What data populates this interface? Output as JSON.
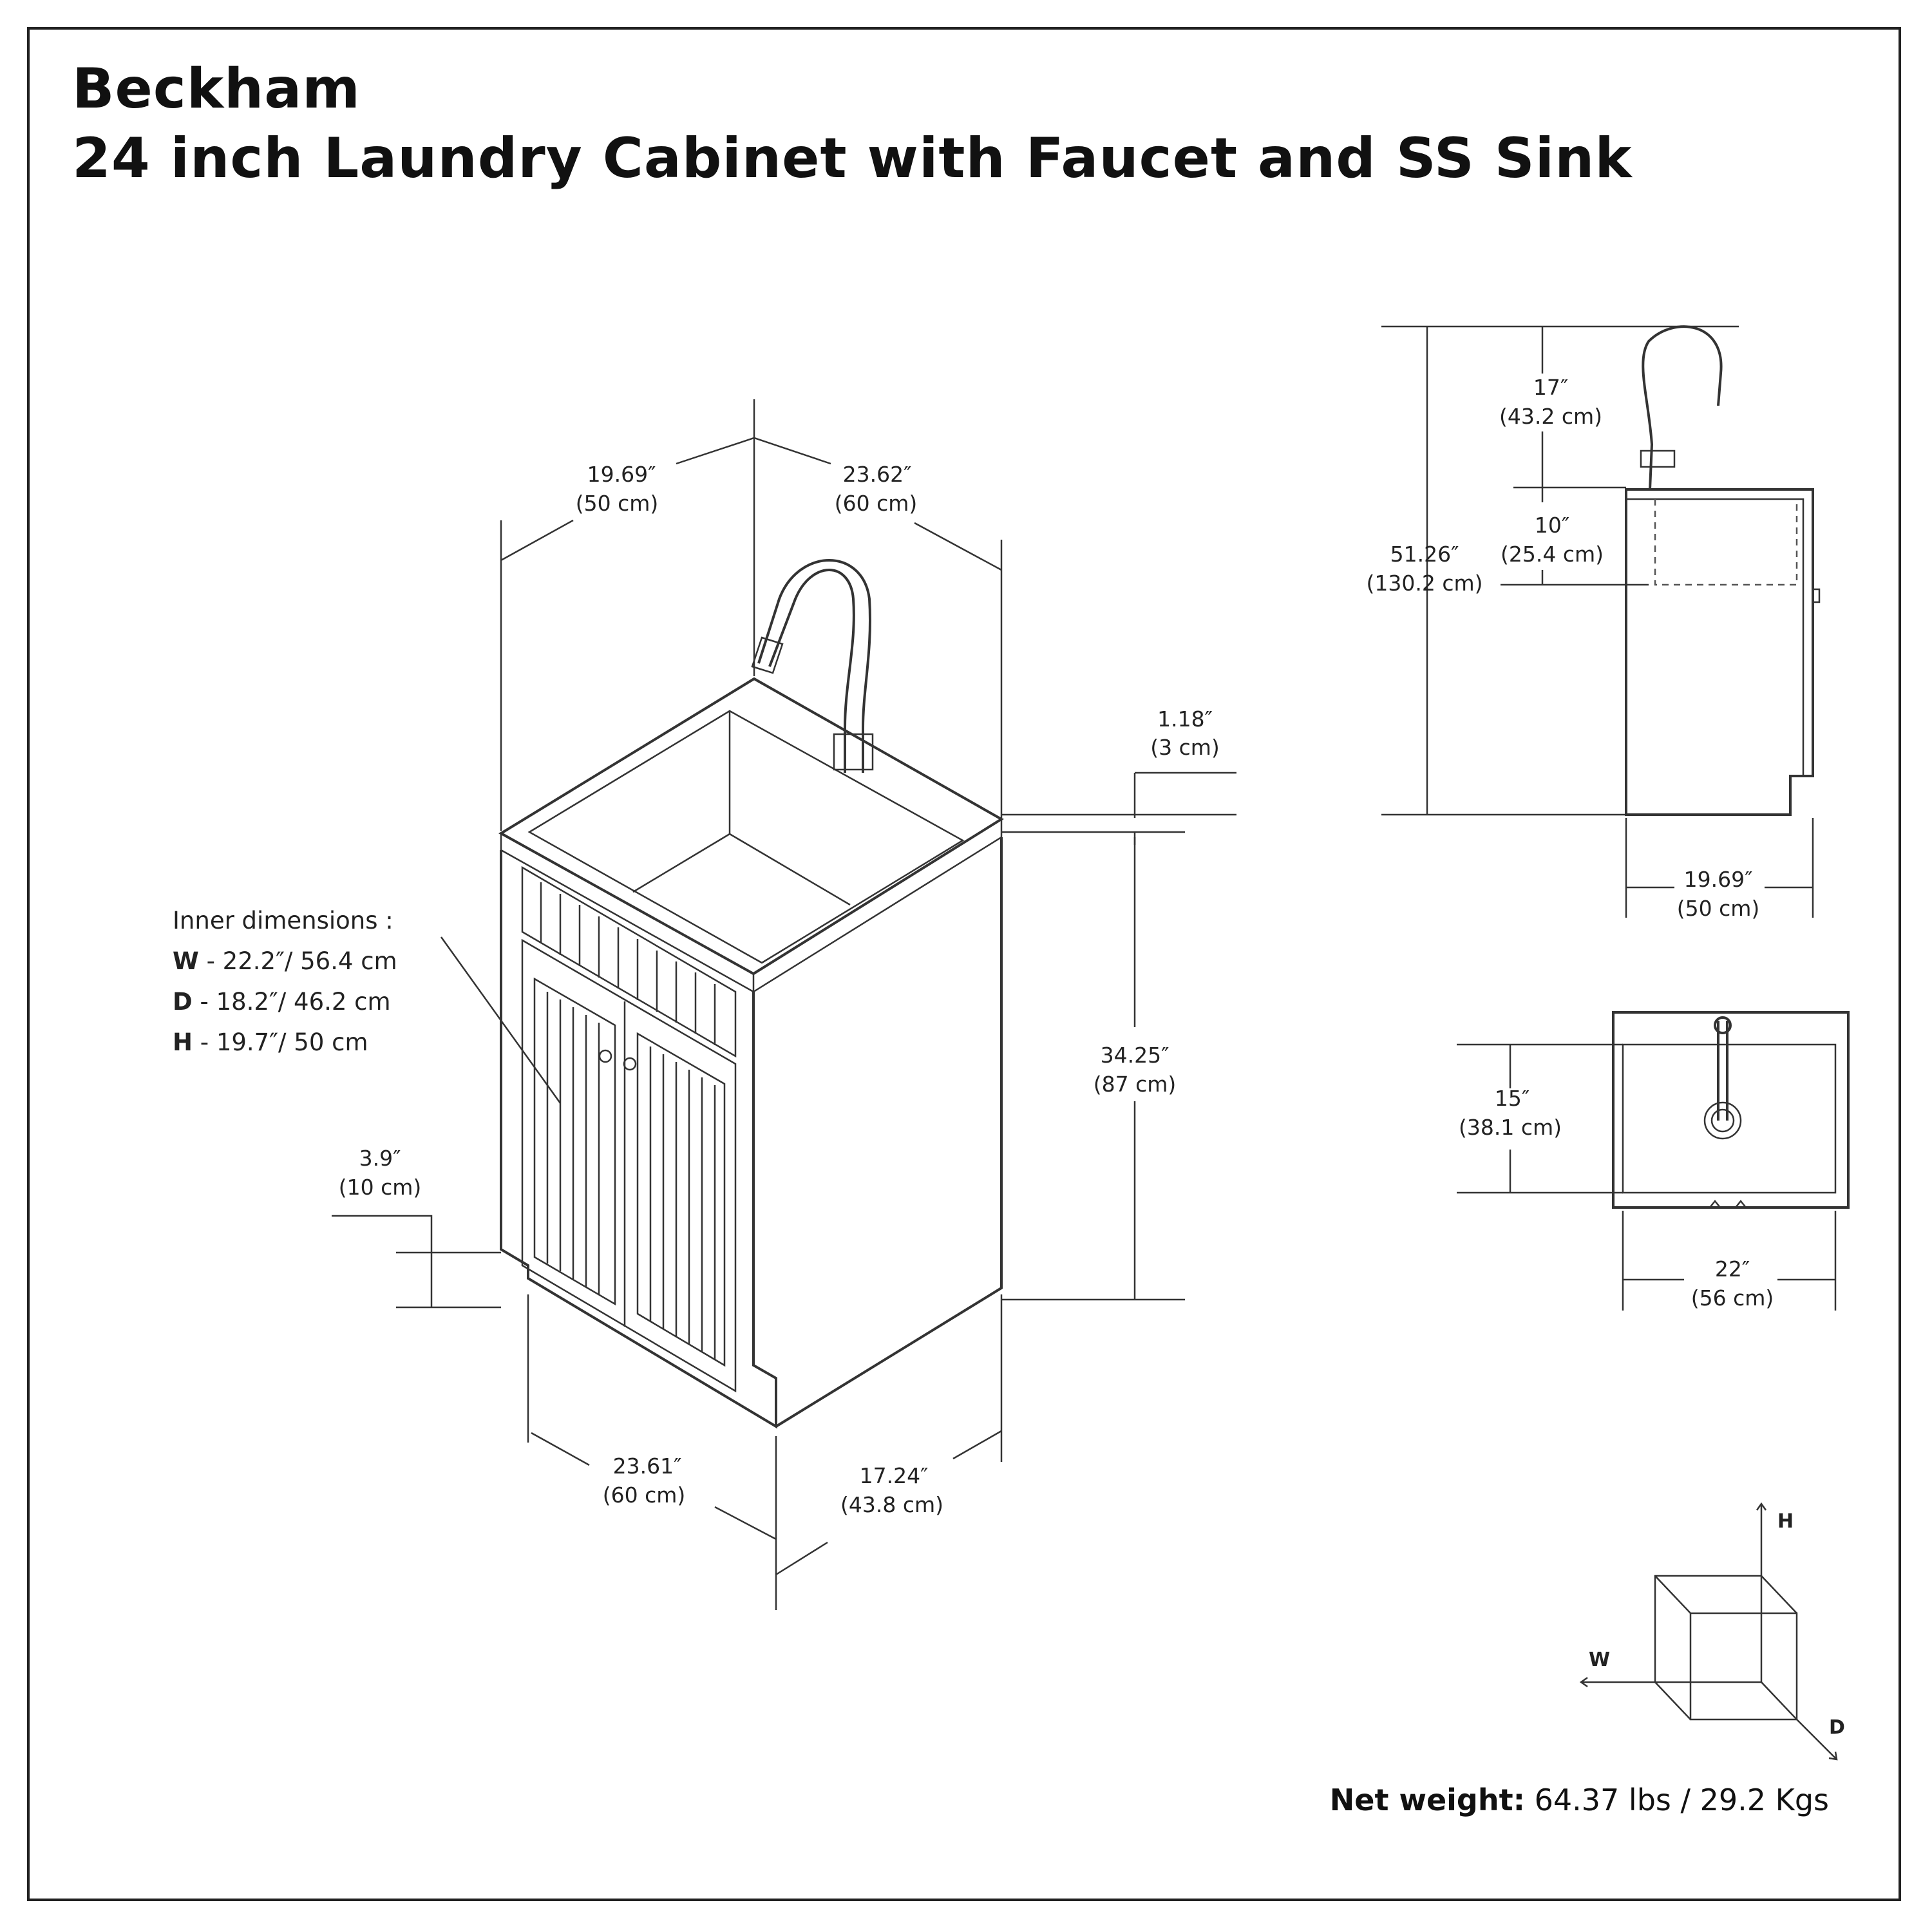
{
  "header": {
    "brand": "Beckham",
    "product": "24 inch Laundry Cabinet with Faucet and SS Sink"
  },
  "iso_view": {
    "depth_top": {
      "in": "19.69″",
      "cm": "(50 cm)"
    },
    "width_top": {
      "in": "23.62″",
      "cm": "(60 cm)"
    },
    "countertop": {
      "in": "1.18″",
      "cm": "(3 cm)"
    },
    "cabinet_height": {
      "in": "34.25″",
      "cm": "(87 cm)"
    },
    "toe_kick": {
      "in": "3.9″",
      "cm": "(10 cm)"
    },
    "width_bottom": {
      "in": "23.61″",
      "cm": "(60 cm)"
    },
    "depth_bottom": {
      "in": "17.24″",
      "cm": "(43.8 cm)"
    }
  },
  "inner_dimensions": {
    "label": "Inner dimensions  :",
    "rows": [
      {
        "key": "W",
        "value": " - 22.2″/ 56.4 cm"
      },
      {
        "key": "D",
        "value": " - 18.2″/ 46.2 cm"
      },
      {
        "key": "H",
        "value": " - 19.7″/ 50 cm"
      }
    ]
  },
  "side_view": {
    "faucet_height": {
      "in": "17″",
      "cm": "(43.2 cm)"
    },
    "sink_depth": {
      "in": "10″",
      "cm": "(25.4 cm)"
    },
    "total_height": {
      "in": "51.26″",
      "cm": "(130.2 cm)"
    },
    "depth": {
      "in": "19.69″",
      "cm": "(50 cm)"
    }
  },
  "top_view": {
    "sink_front_back": {
      "in": "15″",
      "cm": "(38.1 cm)"
    },
    "sink_width": {
      "in": "22″",
      "cm": "(56 cm)"
    }
  },
  "axes": {
    "h": "H",
    "w": "W",
    "d": "D"
  },
  "footer": {
    "weight_label": "Net weight:",
    "weight_value": " 64.37 lbs / 29.2 Kgs"
  }
}
